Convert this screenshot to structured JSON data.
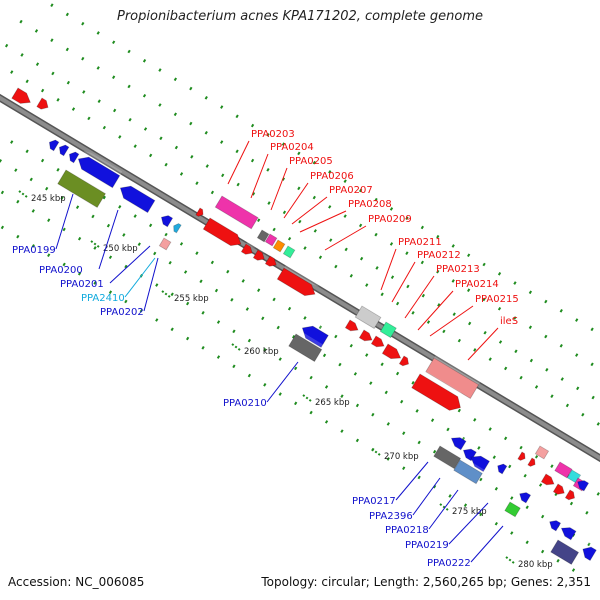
{
  "title": "Propionibacterium acnes KPA171202, complete genome",
  "footer": {
    "accession": "Accession: NC_006085",
    "summary": "Topology: circular; Length: 2,560,265 bp; Genes: 2,351"
  },
  "colors": {
    "backbone": "#8c8c8c",
    "tick": "#1f8c1f",
    "forward_callout": "#ee1111",
    "reverse_callout": "#1111cc",
    "rna_callout": "#11aadd"
  },
  "scale_labels": [
    {
      "text": "245 kbp"
    },
    {
      "text": "250 kbp"
    },
    {
      "text": "255 kbp"
    },
    {
      "text": "260 kbp"
    },
    {
      "text": "265 kbp"
    },
    {
      "text": "270 kbp"
    },
    {
      "text": "275 kbp"
    },
    {
      "text": "280 kbp"
    }
  ],
  "gene_labels": [
    {
      "text": "PPA0203",
      "strand": "forward"
    },
    {
      "text": "PPA0204",
      "strand": "forward"
    },
    {
      "text": "PPA0205",
      "strand": "forward"
    },
    {
      "text": "PPA0206",
      "strand": "forward"
    },
    {
      "text": "PPA0207",
      "strand": "forward"
    },
    {
      "text": "PPA0208",
      "strand": "forward"
    },
    {
      "text": "PPA0209",
      "strand": "forward"
    },
    {
      "text": "PPA0211",
      "strand": "forward"
    },
    {
      "text": "PPA0212",
      "strand": "forward"
    },
    {
      "text": "PPA0213",
      "strand": "forward"
    },
    {
      "text": "PPA0214",
      "strand": "forward"
    },
    {
      "text": "PPA0215",
      "strand": "forward"
    },
    {
      "text": "ileS",
      "strand": "forward"
    },
    {
      "text": "PPA0199",
      "strand": "reverse"
    },
    {
      "text": "PPA0200",
      "strand": "reverse"
    },
    {
      "text": "PPA0201",
      "strand": "reverse"
    },
    {
      "text": "PPA2410",
      "strand": "rna"
    },
    {
      "text": "PPA0202",
      "strand": "reverse"
    },
    {
      "text": "PPA0210",
      "strand": "reverse"
    },
    {
      "text": "PPA0217",
      "strand": "reverse"
    },
    {
      "text": "PPA2396",
      "strand": "reverse"
    },
    {
      "text": "PPA0218",
      "strand": "reverse"
    },
    {
      "text": "PPA0219",
      "strand": "reverse"
    },
    {
      "text": "PPA0222",
      "strand": "reverse"
    }
  ]
}
